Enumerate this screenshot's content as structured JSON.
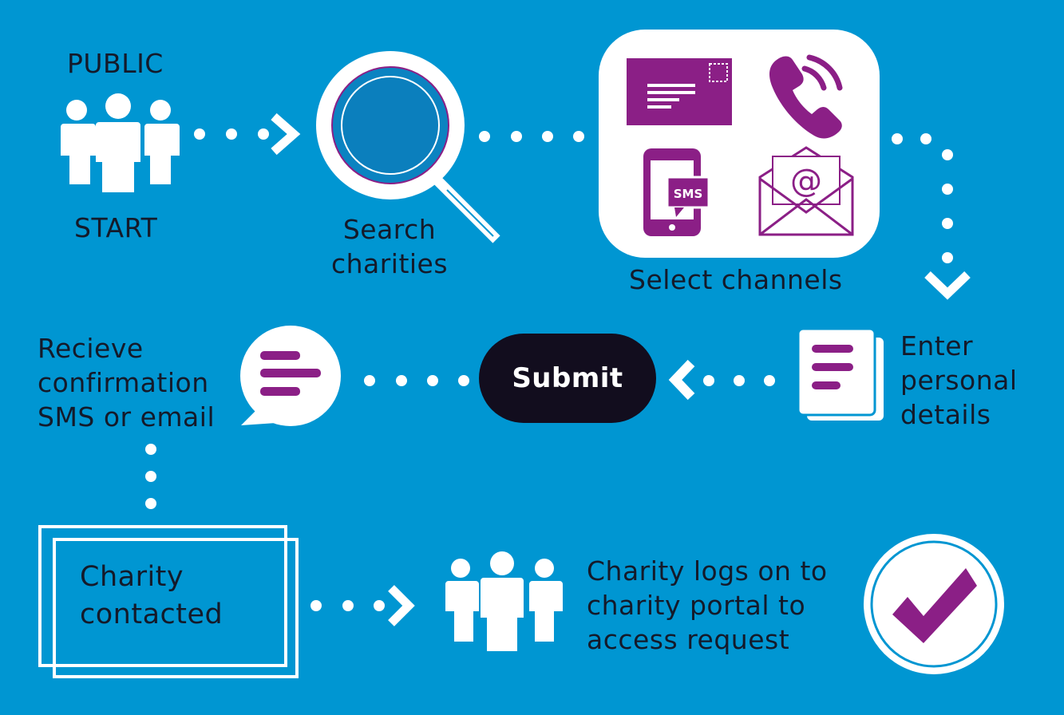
{
  "colors": {
    "background": "#0096d2",
    "accent": "#8b1f86",
    "dark": "#120d1e",
    "white": "#ffffff"
  },
  "steps": {
    "start": {
      "top_label": "PUBLIC",
      "bottom_label": "START",
      "icon": "people-icon"
    },
    "search": {
      "label_lines": [
        "Search",
        "charities"
      ],
      "icon": "magnifier-icon"
    },
    "channels": {
      "label": "Select channels",
      "icons": [
        "letter-icon",
        "phone-icon",
        "sms-phone-icon",
        "email-envelope-icon"
      ],
      "sms_text": "SMS",
      "email_symbol": "@"
    },
    "details": {
      "label_lines": [
        "Enter",
        "personal",
        "details"
      ],
      "icon": "document-icon"
    },
    "submit": {
      "label": "Submit"
    },
    "confirmation": {
      "label_lines": [
        "Recieve",
        "confirmation",
        "SMS or email"
      ],
      "icon": "speech-bubble-icon"
    },
    "contacted": {
      "label_lines": [
        "Charity",
        "contacted"
      ]
    },
    "portal": {
      "label_lines": [
        "Charity logs on to",
        "charity portal to",
        "access request"
      ],
      "icon": "people-icon"
    },
    "done": {
      "icon": "checkmark-icon"
    }
  }
}
